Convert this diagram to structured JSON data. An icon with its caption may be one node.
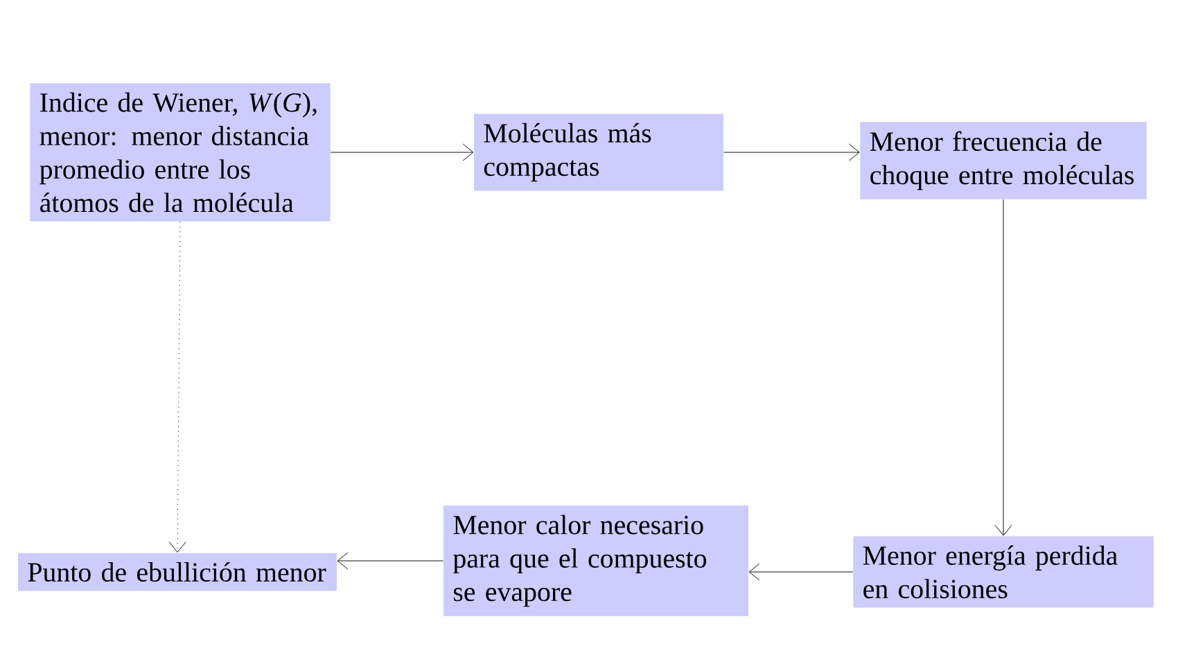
{
  "diagram": {
    "nodes": [
      {
        "text": [
          "Indice de Wiener, *W*(*G*), menor: menor distancia promedio entre los átomos de la molécula"
        ]
      },
      {
        "text": [
          "Moléculas más compactas"
        ]
      },
      {
        "text": [
          "Menor frecuencia de choque entre moléculas"
        ]
      },
      {
        "text": [
          "Punto de ebullición menor"
        ]
      },
      {
        "text": [
          "Menor calor necesario para que el compuesto se evapore"
        ]
      },
      {
        "text": [
          "Menor energía perdida en colisiones"
        ]
      }
    ],
    "edges": [
      {
        "from": 0,
        "to": 1,
        "arrow": "to"
      },
      {
        "from": 1,
        "to": 2,
        "arrow": "to"
      },
      {
        "from": 2,
        "to": 5,
        "arrow": "to"
      },
      {
        "from": 5,
        "to": 4,
        "arrow": "to"
      },
      {
        "from": 4,
        "to": 3,
        "arrow": "to"
      },
      {
        "from": 0,
        "to": 3,
        "arrow": "to",
        "style": "dashed"
      }
    ]
  }
}
